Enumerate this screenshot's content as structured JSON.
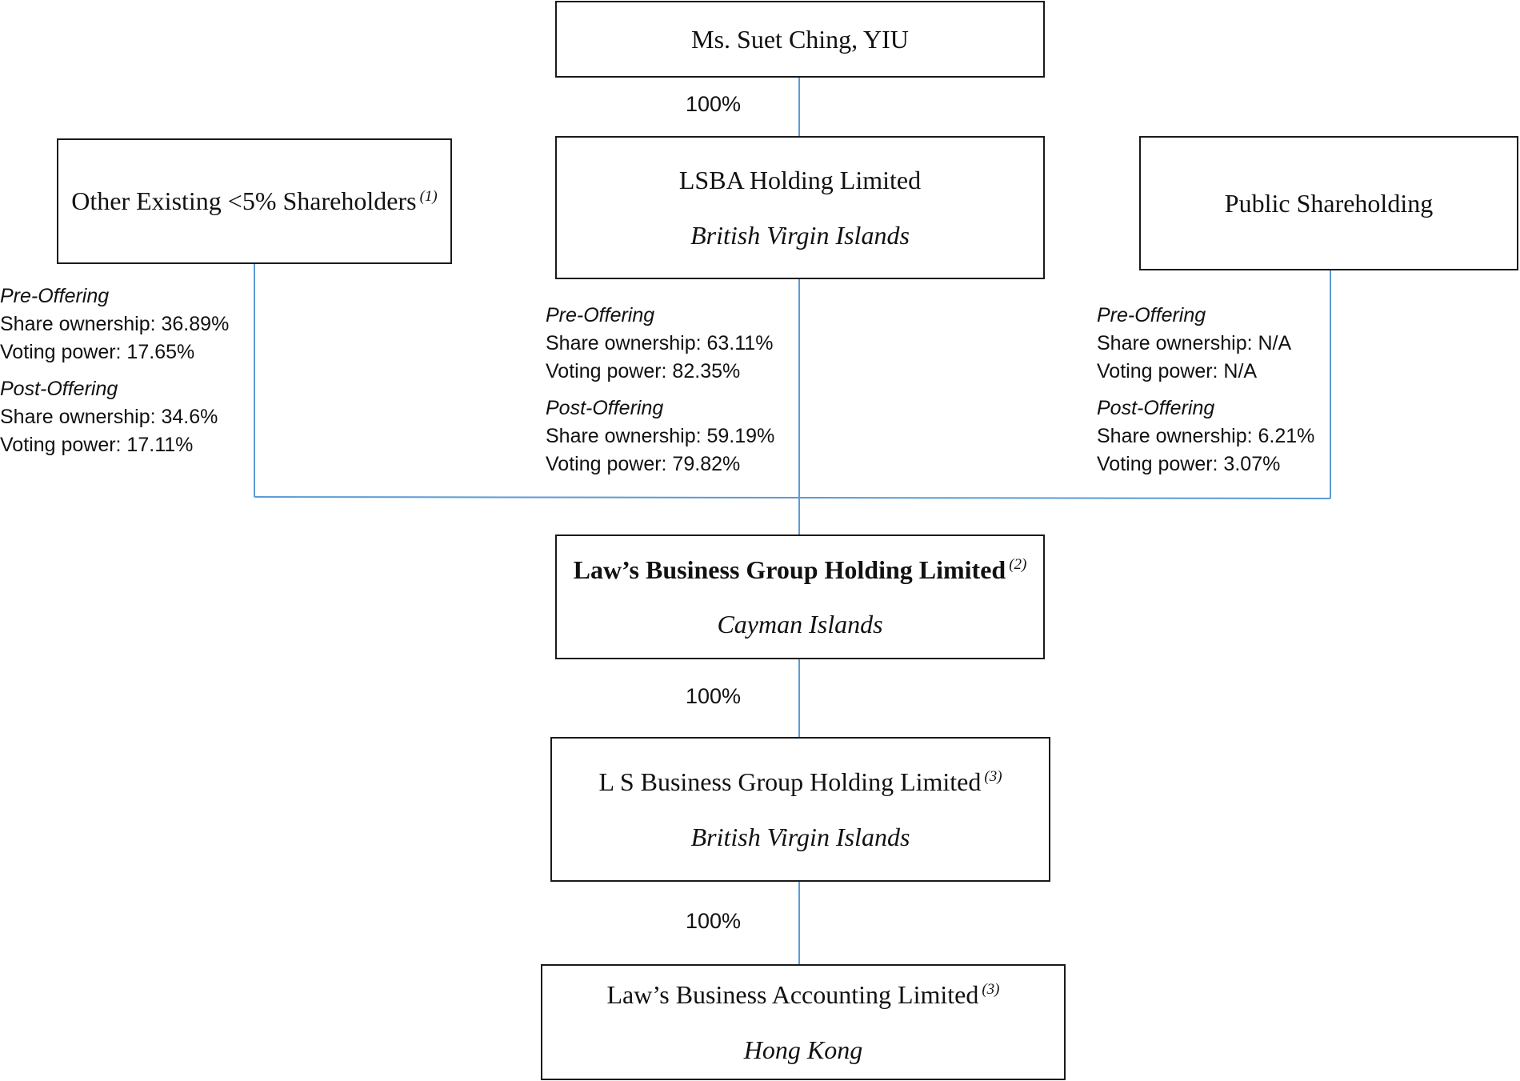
{
  "entities": {
    "yiu": {
      "name": "Ms. Suet Ching, YIU"
    },
    "lsba": {
      "name": "LSBA Holding Limited",
      "jurisdiction": "British Virgin Islands"
    },
    "other": {
      "name": "Other Existing <5% Shareholders",
      "note": "(1)"
    },
    "public": {
      "name": "Public Shareholding"
    },
    "laws_group": {
      "name": "Law’s Business Group Holding Limited",
      "note": "(2)",
      "jurisdiction": "Cayman Islands"
    },
    "ls_group": {
      "name": "L S Business Group Holding Limited",
      "note": "(3)",
      "jurisdiction": "British Virgin Islands"
    },
    "laws_accounting": {
      "name": "Law’s Business Accounting Limited",
      "note": "(3)",
      "jurisdiction": "Hong Kong"
    }
  },
  "ownership_labels": {
    "yiu_to_lsba": "100%",
    "laws_group_to_ls_group": "100%",
    "ls_group_to_laws_accounting": "100%"
  },
  "stakes": {
    "other": {
      "pre_heading": "Pre-Offering",
      "pre_share": "Share ownership: 36.89%",
      "pre_voting": "Voting power: 17.65%",
      "post_heading": "Post-Offering",
      "post_share": "Share ownership: 34.6%",
      "post_voting": "Voting power: 17.11%"
    },
    "lsba": {
      "pre_heading": "Pre-Offering",
      "pre_share": "Share ownership: 63.11%",
      "pre_voting": "Voting power: 82.35%",
      "post_heading": "Post-Offering",
      "post_share": "Share ownership: 59.19%",
      "post_voting": "Voting power: 79.82%"
    },
    "public": {
      "pre_heading": "Pre-Offering",
      "pre_share": "Share ownership: N/A",
      "pre_voting": "Voting power: N/A",
      "post_heading": "Post-Offering",
      "post_share": "Share ownership: 6.21%",
      "post_voting": "Voting power: 3.07%"
    }
  },
  "colors": {
    "connector": "#5b9bd5",
    "border": "#1a1a1a",
    "text": "#111111"
  }
}
